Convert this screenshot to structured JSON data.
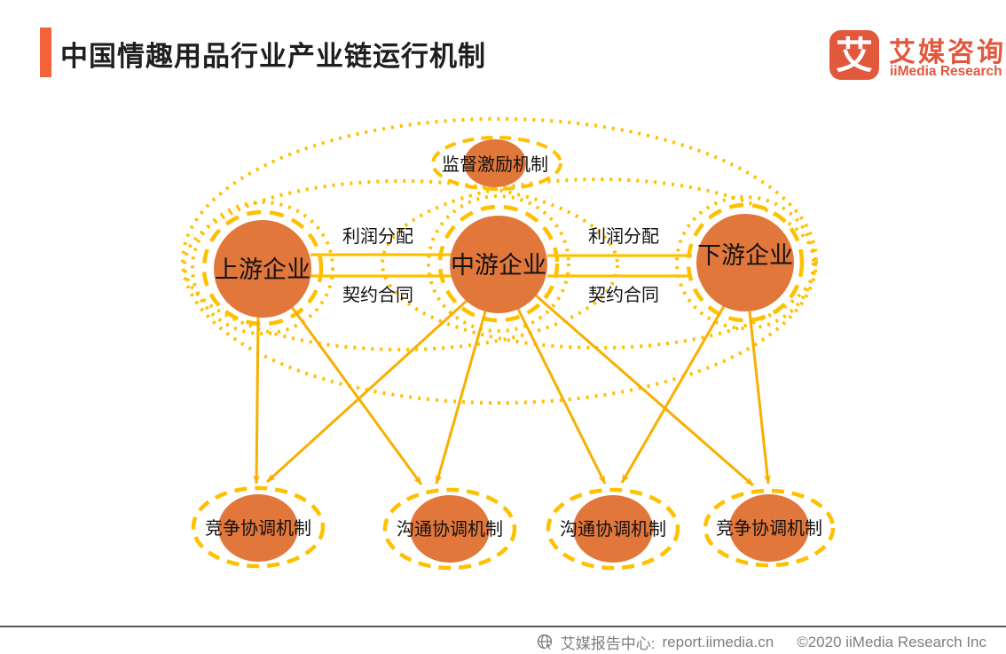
{
  "header": {
    "title": "中国情趣用品行业产业链运行机制",
    "logo": {
      "icon_char": "艾",
      "brand_cn": "艾媒咨询",
      "brand_en": "iiMedia Research"
    }
  },
  "diagram": {
    "top_node": {
      "label": "监督激励机制"
    },
    "chain_nodes": [
      {
        "id": "upstream",
        "label": "上游企业"
      },
      {
        "id": "midstream",
        "label": "中游企业"
      },
      {
        "id": "downstream",
        "label": "下游企业"
      }
    ],
    "links": [
      {
        "between": "upstream-midstream",
        "top": "利润分配",
        "bottom": "契约合同"
      },
      {
        "between": "midstream-downstream",
        "top": "利润分配",
        "bottom": "契约合同"
      }
    ],
    "bottom_nodes": [
      {
        "label": "竞争协调机制"
      },
      {
        "label": "沟通协调机制"
      },
      {
        "label": "沟通协调机制"
      },
      {
        "label": "竞争协调机制"
      }
    ]
  },
  "footer": {
    "report_center": "艾媒报告中心:",
    "url": "report.iimedia.cn",
    "copyright": "©2020  iiMedia Research Inc"
  },
  "colors": {
    "accent_orange": "#E2583C",
    "node_orange": "#E2773C",
    "gold": "#FFC000",
    "arrow_gold": "#F7AF00",
    "footer_gray": "#7F7F7F",
    "rule_gray": "#595959"
  }
}
